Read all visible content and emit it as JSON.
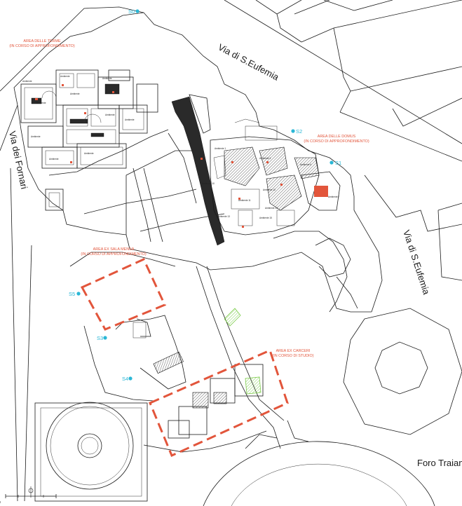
{
  "colors": {
    "red": "#e2553b",
    "cyan": "#2ab7d6",
    "green": "#7ccc4a",
    "line": "#1a1a1a"
  },
  "streets": {
    "via_s_eufemia_top": "Via di S.Eufemia",
    "via_s_eufemia_right": "Via di S.Eufemia",
    "via_dei_fornari": "Via dei Fornari",
    "foro_traiano": "Foro Traiano"
  },
  "areas": {
    "terme": {
      "line1": "AREA DELLE TERME",
      "line2": "(IN CORSO DI APPROFONDIMENTO)"
    },
    "domus": {
      "line1": "AREA DELLE DOMUS",
      "line2": "(IN CORSO DI APPROFONDIMENTO)"
    },
    "mensa": {
      "line1": "AREA EX SALA MENSA",
      "line2": "(IN CORSO DI APPROFONDIMENTO)"
    },
    "carceri": {
      "line1": "AREA EX CARCERI",
      "line2": "(IN CORSO DI STUDIO)"
    }
  },
  "survey_points": [
    {
      "id": "S0",
      "label": "S0"
    },
    {
      "id": "S1",
      "label": "S1"
    },
    {
      "id": "S2",
      "label": "S2"
    },
    {
      "id": "S3",
      "label": "S3"
    },
    {
      "id": "S4",
      "label": "S4"
    },
    {
      "id": "S5",
      "label": "S5"
    }
  ],
  "icons": {
    "north": "north-arrow-icon",
    "scale": "scale-bar-icon"
  }
}
